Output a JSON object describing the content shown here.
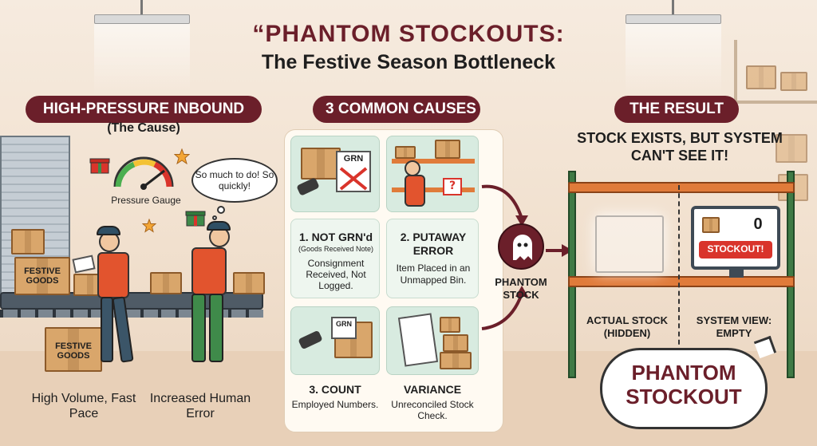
{
  "header": {
    "title_line1": "“PHANTOM STOCKOUTS:",
    "title_line2": "The Festive Season Bottleneck"
  },
  "left": {
    "pill": "HIGH-PRESSURE INBOUND",
    "subtitle": "(The Cause)",
    "gauge_label": "Pressure Gauge",
    "speech": "So much to do! So quickly!",
    "box_label_1": "FESTIVE GOODS",
    "box_label_2": "FESTIVE GOODS",
    "caption_1": "High Volume, Fast Pace",
    "caption_2": "Increased Human Error"
  },
  "middle": {
    "pill": "3 COMMON CAUSES",
    "grn_tag_1": "GRN",
    "grn_tag_2": "GRN",
    "cause1_title": "1. NOT GRN'd",
    "cause1_sub": "(Goods Received Note)",
    "cause1_desc": "Consignment Received, Not Logged.",
    "cause2_title": "2. PUTAWAY ERROR",
    "cause2_desc": "Item Placed in an Unmapped Bin.",
    "cause3_title": "3. COUNT",
    "cause3_desc": "Employed Numbers.",
    "variance_title": "VARIANCE",
    "variance_desc": "Unreconciled Stock Check."
  },
  "phantom": {
    "label": "PHANTOM STOCK"
  },
  "right": {
    "pill": "THE RESULT",
    "headline": "STOCK EXISTS, BUT SYSTEM CAN'T SEE IT!",
    "screen_count": "0",
    "screen_alert": "STOCKOUT!",
    "actual_label": "ACTUAL STOCK (HIDDEN)",
    "system_label": "SYSTEM VIEW: EMPTY",
    "bubble_text": "PHANTOM STOCKOUT"
  },
  "colors": {
    "brand": "#6b1f2a",
    "vest": "#e2542e",
    "shelf": "#e07b3a",
    "cell": "#d8ebe0"
  }
}
